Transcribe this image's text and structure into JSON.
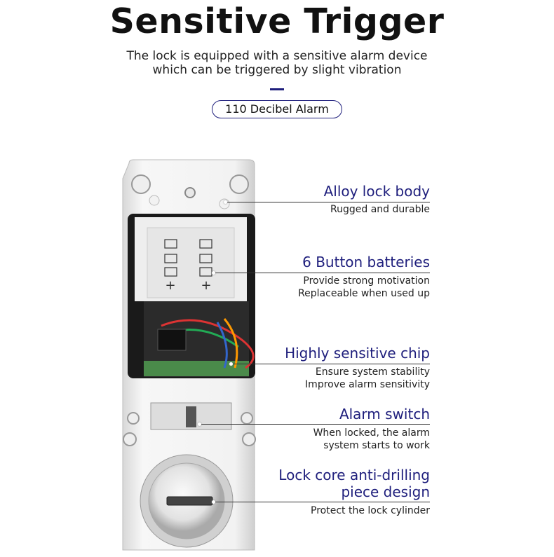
{
  "header": {
    "title": "Sensitive Trigger",
    "subtitle_line1": "The lock is equipped with a sensitive alarm device",
    "subtitle_line2": "which can be triggered by slight vibration",
    "badge": "110 Decibel Alarm"
  },
  "colors": {
    "accent": "#1e1e7c",
    "text": "#222222"
  },
  "callouts": [
    {
      "heading": "Alloy lock body",
      "lines": [
        "Rugged and durable"
      ]
    },
    {
      "heading": "6 Button batteries",
      "lines": [
        "Provide strong motivation",
        "Replaceable when used up"
      ]
    },
    {
      "heading": "Highly sensitive chip",
      "lines": [
        "Ensure system stability",
        "Improve alarm sensitivity"
      ]
    },
    {
      "heading": "Alarm switch",
      "lines": [
        "When locked, the alarm",
        "system starts to work"
      ]
    },
    {
      "heading_line1": "Lock core anti-drilling",
      "heading_line2": "piece design",
      "lines": [
        "Protect the lock cylinder"
      ]
    }
  ],
  "battery_marks": [
    "+",
    "+"
  ]
}
